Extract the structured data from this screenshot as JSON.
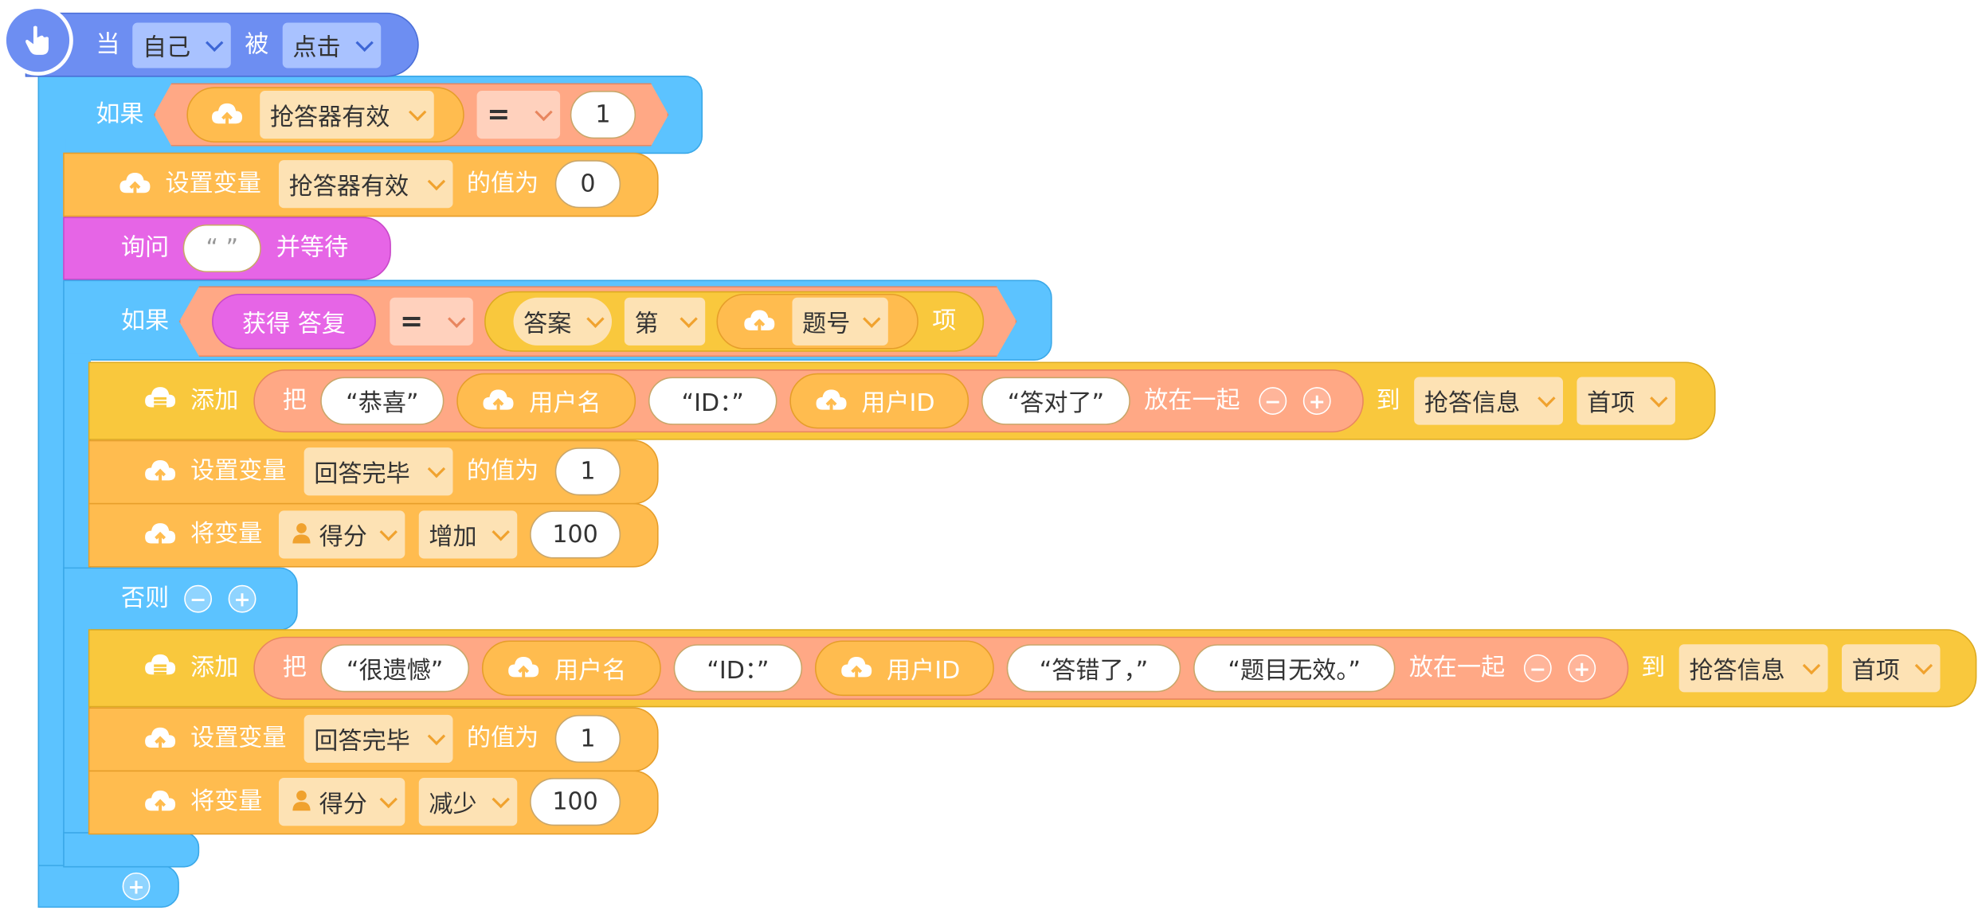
{
  "colors": {
    "event": "#6d8ef2",
    "control": "#5cc3ff",
    "variable": "#ffbc4f",
    "list": "#f9c83d",
    "sensing": "#e665e6",
    "operator": "#ffa885",
    "dropdown_bg": "#fde2b4"
  },
  "event": {
    "prefix": "当",
    "target": "自己",
    "middle": "被",
    "action": "点击",
    "icon": "hand-pointer-icon"
  },
  "if1": {
    "label": "如果",
    "var": "抢答器有效",
    "op": "=",
    "value": "1"
  },
  "set1": {
    "label": "设置变量",
    "var": "抢答器有效",
    "mid": "的值为",
    "value": "0"
  },
  "ask": {
    "label": "询问",
    "text": "“ ”",
    "suffix": "并等待"
  },
  "if2": {
    "label": "如果",
    "answer": "获得 答复",
    "op": "=",
    "list": "答案",
    "nth": "第",
    "idx": "题号",
    "item": "项"
  },
  "add1": {
    "label": "添加",
    "join": "把",
    "s1": "“恭喜”",
    "user": "用户名",
    "s2": "“ID：”",
    "uid": "用户ID",
    "s3": "“答对了”",
    "together": "放在一起",
    "to": "到",
    "list": "抢答信息",
    "pos": "首项",
    "minus": "−",
    "plus": "+"
  },
  "set2": {
    "label": "设置变量",
    "var": "回答完毕",
    "mid": "的值为",
    "value": "1"
  },
  "chg1": {
    "label": "将变量",
    "var": "得分",
    "op": "增加",
    "value": "100"
  },
  "else": {
    "label": "否则",
    "minus": "−",
    "plus": "+"
  },
  "add2": {
    "label": "添加",
    "join": "把",
    "s1": "“很遗憾”",
    "user": "用户名",
    "s2": "“ID：”",
    "uid": "用户ID",
    "s3": "“答错了，”",
    "s4": "“题目无效。”",
    "together": "放在一起",
    "to": "到",
    "list": "抢答信息",
    "pos": "首项",
    "minus": "−",
    "plus": "+"
  },
  "set3": {
    "label": "设置变量",
    "var": "回答完毕",
    "mid": "的值为",
    "value": "1"
  },
  "chg2": {
    "label": "将变量",
    "var": "得分",
    "op": "减少",
    "value": "100"
  },
  "footer": {
    "plus": "+"
  }
}
